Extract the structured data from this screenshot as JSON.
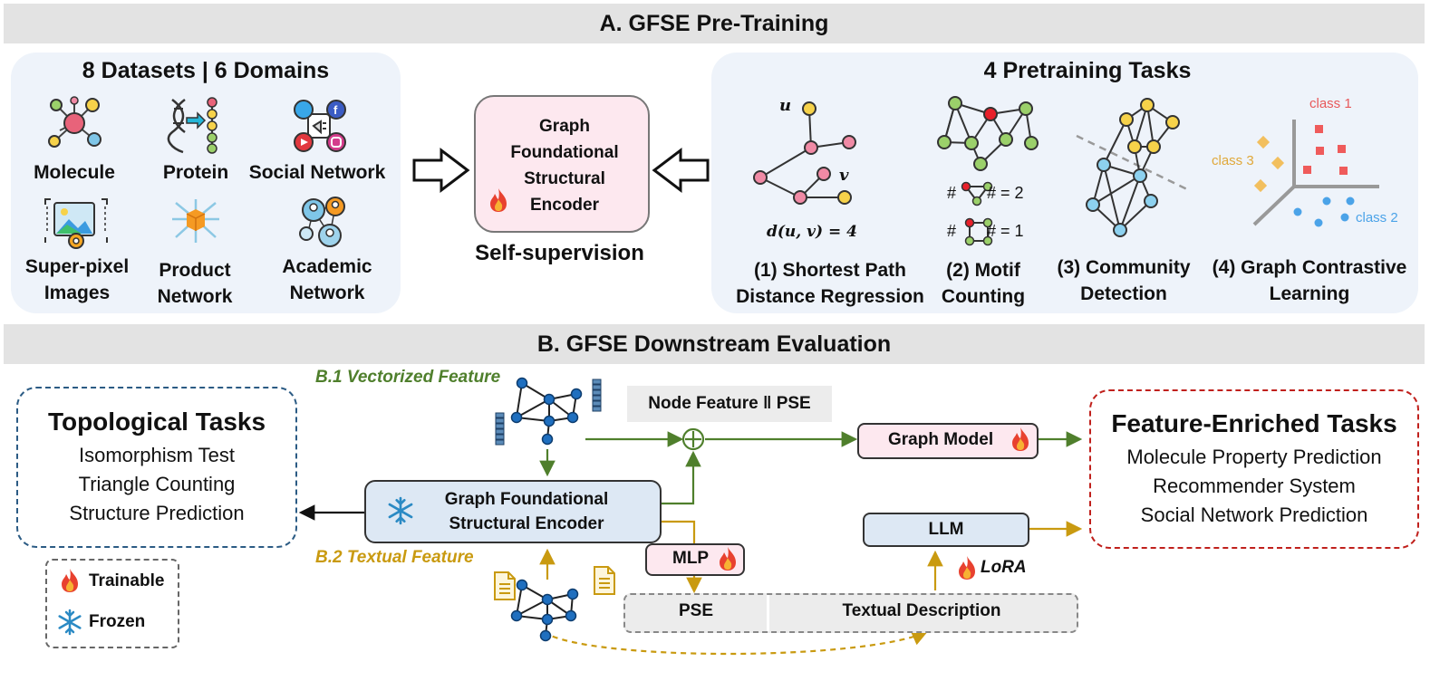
{
  "sectionA": {
    "title": "A. GFSE Pre-Training",
    "datasets": {
      "title": "8 Datasets | 6 Domains",
      "items": [
        "Molecule",
        "Protein",
        "Social Network",
        "Super-pixel Images",
        "Product Network",
        "Academic Network"
      ]
    },
    "encoder": {
      "label": "Graph Foundational Structural Encoder",
      "caption": "Self-supervision"
    },
    "tasks": {
      "title": "4 Pretraining Tasks",
      "spd_u": "u",
      "spd_v": "v",
      "spd_formula": "d(u, v) = 4",
      "motif1": "# = 2",
      "motif2": "# = 1",
      "class1": "class 1",
      "class2": "class 2",
      "class3": "class 3",
      "t1_line1": "(1) Shortest Path",
      "t1_line2": "Distance Regression",
      "t2_line1": "(2) Motif",
      "t2_line2": "Counting",
      "t3_line1": "(3) Community",
      "t3_line2": "Detection",
      "t4_line1": "(4) Graph Contrastive",
      "t4_line2": "Learning"
    }
  },
  "sectionB": {
    "title": "B. GFSE Downstream Evaluation",
    "topo": {
      "title": "Topological Tasks",
      "items": [
        "Isomorphism Test",
        "Triangle Counting",
        "Structure Prediction"
      ]
    },
    "feat": {
      "title": "Feature-Enriched Tasks",
      "items": [
        "Molecule Property Prediction",
        "Recommender System",
        "Social Network Prediction"
      ]
    },
    "b1": "B.1 Vectorized Feature",
    "b2": "B.2 Textual Feature",
    "node_feature": "Node Feature ‖ PSE",
    "graph_model": "Graph Model",
    "gfse_line1": "Graph Foundational",
    "gfse_line2": "Structural Encoder",
    "mlp": "MLP",
    "llm": "LLM",
    "lora": "LoRA",
    "pse": "PSE",
    "textual_description": "Textual Description",
    "legend_trainable": "Trainable",
    "legend_frozen": "Frozen"
  },
  "colors": {
    "green": "#4f7f2c",
    "gold": "#c99a10",
    "blue_node": "#1f6fbf",
    "topo_border": "#2b5b84",
    "feat_border": "#c0201c"
  }
}
